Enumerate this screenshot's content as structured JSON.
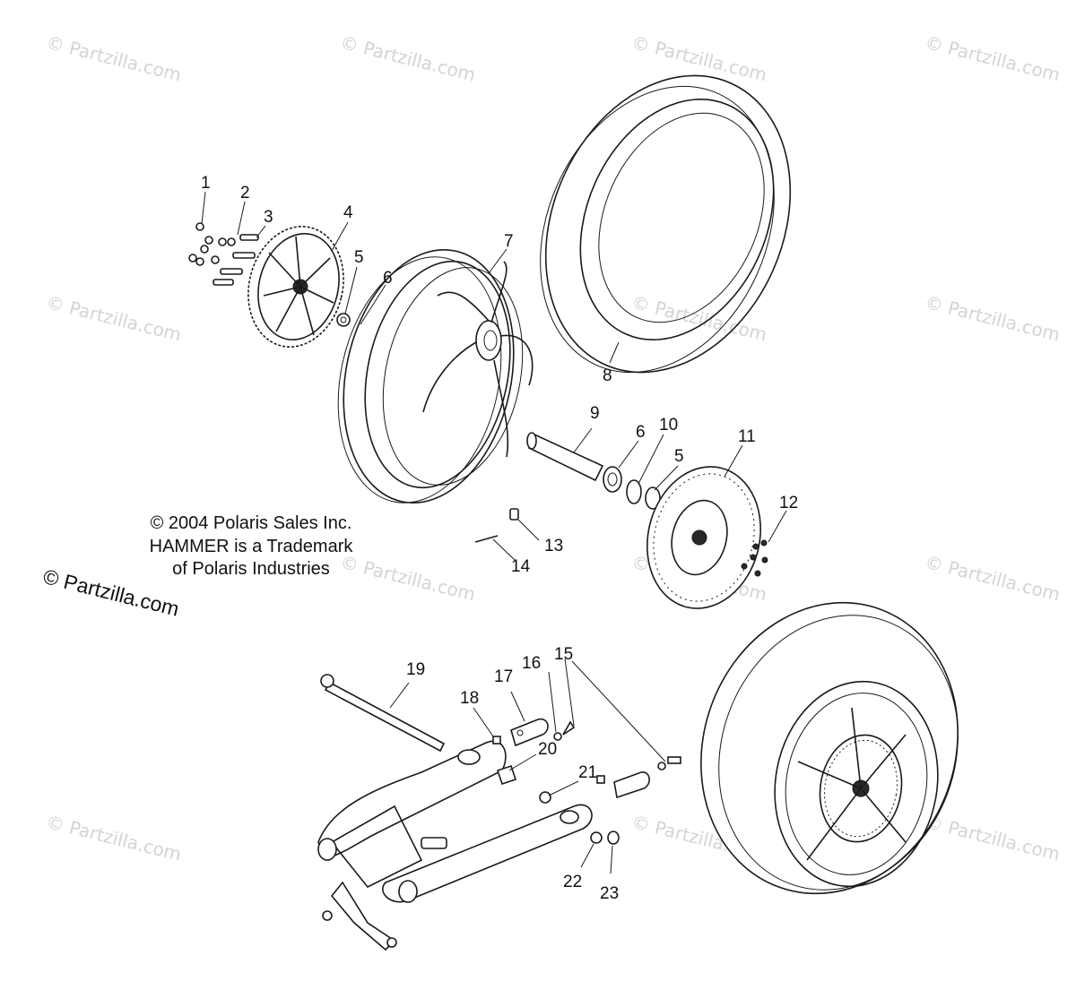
{
  "watermark_text": "© Partzilla.com",
  "copyright": {
    "line1": "© 2004 Polaris Sales Inc.",
    "line2": "HAMMER is a Trademark",
    "line3": "of Polaris Industries"
  },
  "site_mark": "© Partzilla.com",
  "callouts": [
    "1",
    "2",
    "3",
    "4",
    "5",
    "6",
    "7",
    "8",
    "9",
    "6",
    "10",
    "5",
    "11",
    "12",
    "13",
    "14",
    "19",
    "18",
    "17",
    "16",
    "15",
    "20",
    "21",
    "22",
    "23"
  ]
}
